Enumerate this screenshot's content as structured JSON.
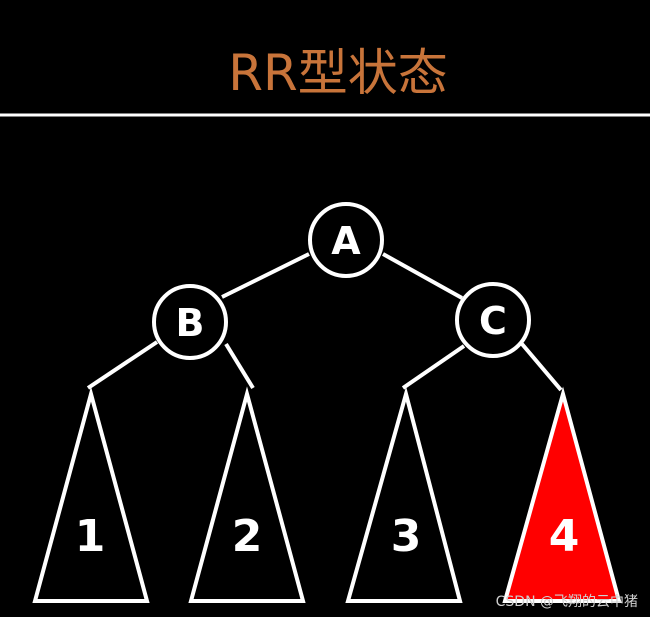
{
  "title": "RR型状态",
  "nodes": [
    {
      "id": "A",
      "label": "A"
    },
    {
      "id": "B",
      "label": "B"
    },
    {
      "id": "C",
      "label": "C"
    }
  ],
  "subtrees": [
    {
      "id": "1",
      "label": "1",
      "highlighted": false
    },
    {
      "id": "2",
      "label": "2",
      "highlighted": false
    },
    {
      "id": "3",
      "label": "3",
      "highlighted": false
    },
    {
      "id": "4",
      "label": "4",
      "highlighted": true
    }
  ],
  "watermark": "CSDN @飞翔的云中猪",
  "colors": {
    "background": "#000000",
    "title": "#c8743a",
    "lines": "#ffffff",
    "highlight": "#ff0000",
    "watermark": "#cfcfcf"
  }
}
